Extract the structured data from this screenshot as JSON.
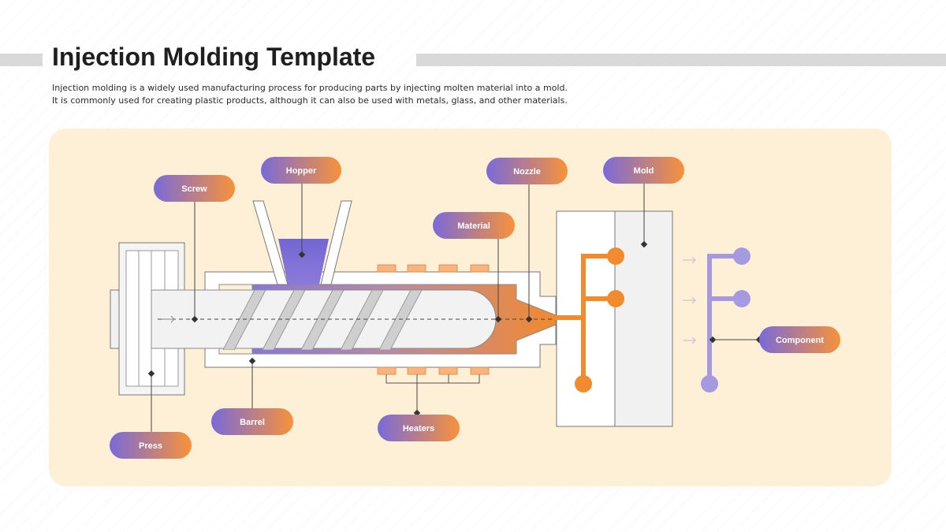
{
  "header": {
    "title": "Injection Molding Template",
    "description_line1": "Injection molding is a widely used manufacturing process for producing parts by injecting molten material into a mold.",
    "description_line2": "It is commonly used for creating plastic products, although it can also be used with metals, glass, and other materials."
  },
  "labels": {
    "screw": "Screw",
    "hopper": "Hopper",
    "nozzle": "Nozzle",
    "mold": "Mold",
    "material": "Material",
    "component": "Component",
    "barrel": "Barrel",
    "heaters": "Heaters",
    "press": "Press"
  },
  "colors": {
    "background": "#ffffff",
    "panel": "#fdf0d6",
    "gradient_start": "#7a6ad8",
    "gradient_end": "#f7923a",
    "molten_orange": "#f28a2e",
    "component_purple": "#a59ae0",
    "line_gray": "#555555",
    "title_bar": "#d9d9d9"
  }
}
